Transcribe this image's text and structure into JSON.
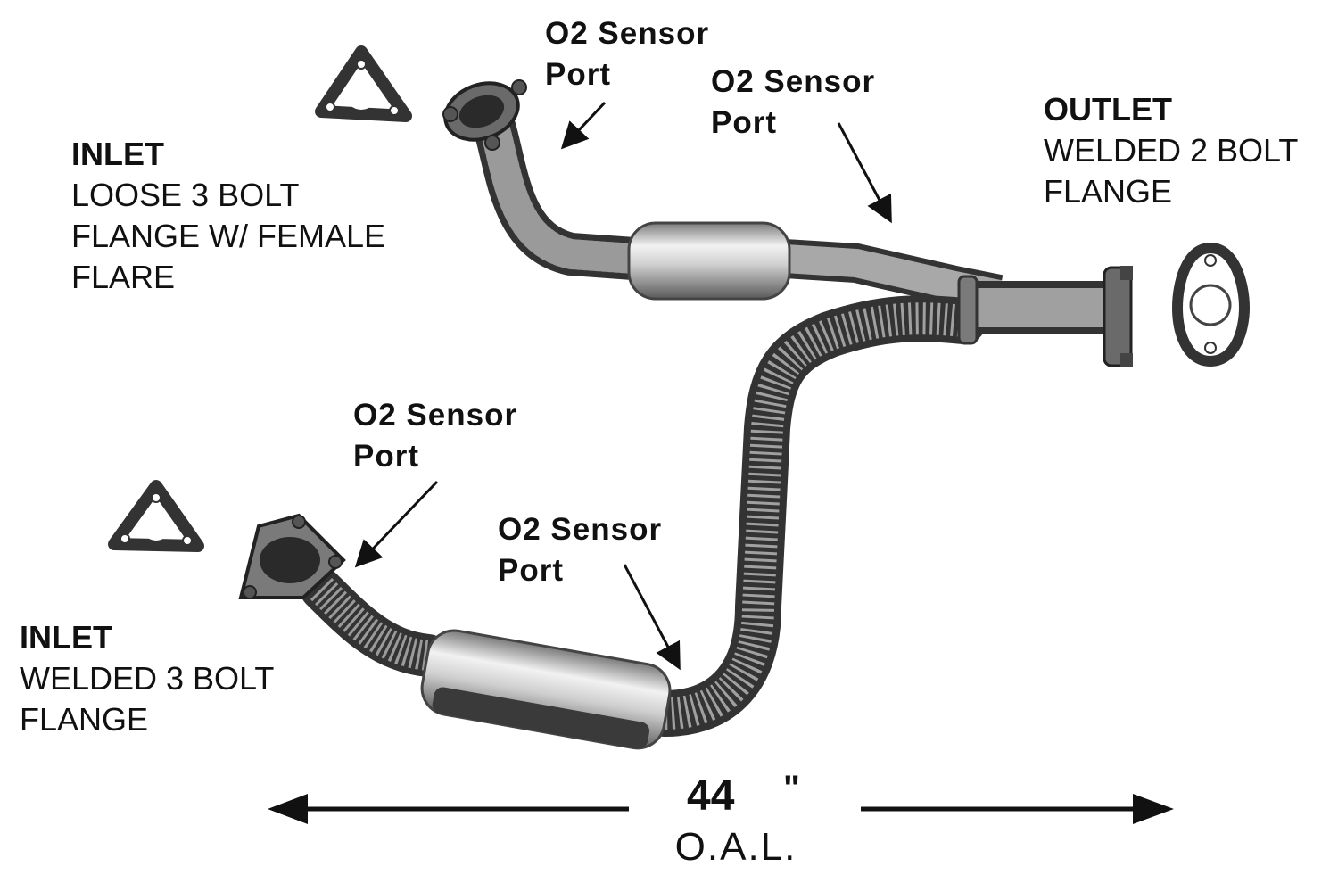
{
  "labels": {
    "inlet_top": {
      "title": "INLET",
      "lines": [
        "LOOSE 3 BOLT",
        "FLANGE W/ FEMALE",
        "FLARE"
      ]
    },
    "inlet_bottom": {
      "title": "INLET",
      "lines": [
        "WELDED 3 BOLT",
        "FLANGE"
      ]
    },
    "outlet": {
      "title": "OUTLET",
      "lines": [
        "WELDED 2 BOLT",
        "FLANGE"
      ]
    },
    "o2_sensor_ports": [
      {
        "line1": "O2 Sensor",
        "line2": "Port"
      },
      {
        "line1": "O2 Sensor",
        "line2": "Port"
      },
      {
        "line1": "O2 Sensor",
        "line2": "Port"
      },
      {
        "line1": "O2 Sensor",
        "line2": "Port"
      }
    ]
  },
  "dimension": {
    "value": "44",
    "unit": "\"",
    "label": "O.A.L."
  },
  "colors": {
    "metal_light": "#d8d8d8",
    "metal_dark": "#555555",
    "ink": "#111111",
    "background": "#ffffff"
  }
}
